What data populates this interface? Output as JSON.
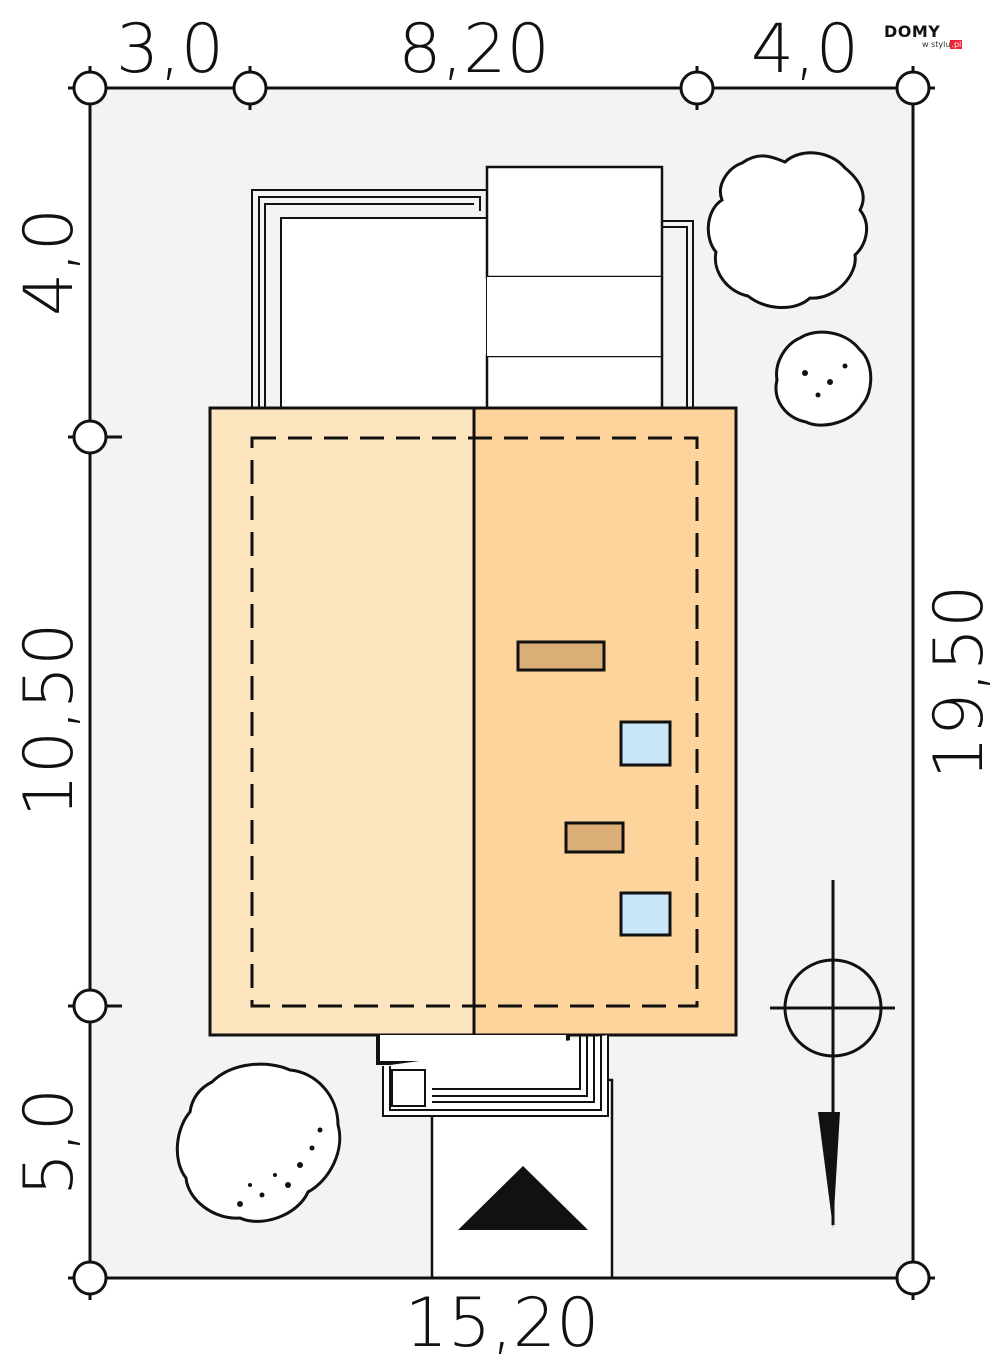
{
  "dimensions": {
    "top": [
      "3,0",
      "8,20",
      "4,0"
    ],
    "left": [
      "4,0",
      "10,50",
      "5,0"
    ],
    "right": "19,50",
    "bottom": "15,20"
  },
  "logo": {
    "main": "DOMY",
    "sub_prefix": "w stylu",
    "sub_suffix": ".pl"
  },
  "colors": {
    "plot": "#f3f3f3",
    "roof_left": "#fde5bf",
    "roof_right": "#fdd49b",
    "chimney": "#dcae78",
    "skylight": "#c9e6f8",
    "line": "#111111"
  }
}
